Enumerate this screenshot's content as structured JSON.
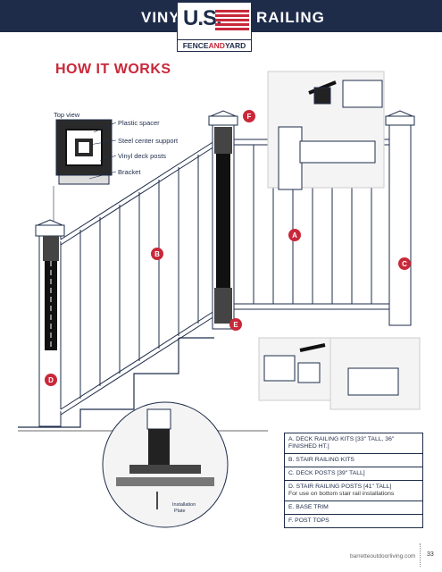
{
  "header": {
    "left_word": "VINYL",
    "right_word": "RAILING",
    "logo_main": "U.S.",
    "logo_sub_1": "FENCE",
    "logo_sub_2": "AND",
    "logo_sub_3": "YARD"
  },
  "section_title": "HOW IT WORKS",
  "top_view": {
    "title": "Top view",
    "callouts": [
      "Plastic spacer",
      "Steel center support",
      "Vinyl deck posts",
      "Bracket"
    ]
  },
  "markers": {
    "a": "A",
    "b": "B",
    "c": "C",
    "d": "D",
    "e": "E",
    "f": "F"
  },
  "installation_plate": {
    "line1": "Installation",
    "line2": "Plate"
  },
  "legend": [
    {
      "text": "A. DECK RAILING KITS [33\" TALL, 36\" FINISHED HT.]",
      "sub": ""
    },
    {
      "text": "B. STAIR RAILING KITS",
      "sub": ""
    },
    {
      "text": "C. DECK POSTS [39\" TALL]",
      "sub": ""
    },
    {
      "text": "D. STAIR RAILING POSTS [41\" TALL]",
      "sub": "For use on bottom stair rail installations"
    },
    {
      "text": "E. BASE TRIM",
      "sub": ""
    },
    {
      "text": "F. POST TOPS",
      "sub": ""
    }
  ],
  "footer": {
    "url": "barretteoutdoorliving.com",
    "page": "33"
  },
  "colors": {
    "navy": "#1e2c4a",
    "red": "#c8283a"
  }
}
